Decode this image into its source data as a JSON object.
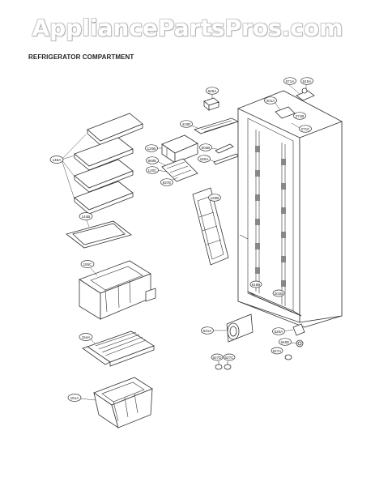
{
  "watermark": "AppliancePartsPros.com",
  "section_title": "REFRIGERATOR COMPARTMENT",
  "callouts": {
    "c145A": "145A",
    "c144B": "144B",
    "c155C": "155C",
    "c154A": "154A",
    "c151A": "151A",
    "c120B_bin": "120B",
    "c120B_door": "120B",
    "c960E": "960E",
    "c120C": "120C",
    "c837E": "837E",
    "c410E": "410E",
    "c625A": "625A",
    "c503B": "503B",
    "c160A": "160A",
    "c201A": "201A",
    "c671A": "671A",
    "c615A": "615A",
    "c271B": "271B",
    "c271C": "271C",
    "c615B": "615B",
    "c201B": "201B",
    "c640E": "640E",
    "c627A": "627A",
    "c627D": "627D",
    "c627C": "627C",
    "c620A": "620A",
    "c631A": "631A"
  }
}
